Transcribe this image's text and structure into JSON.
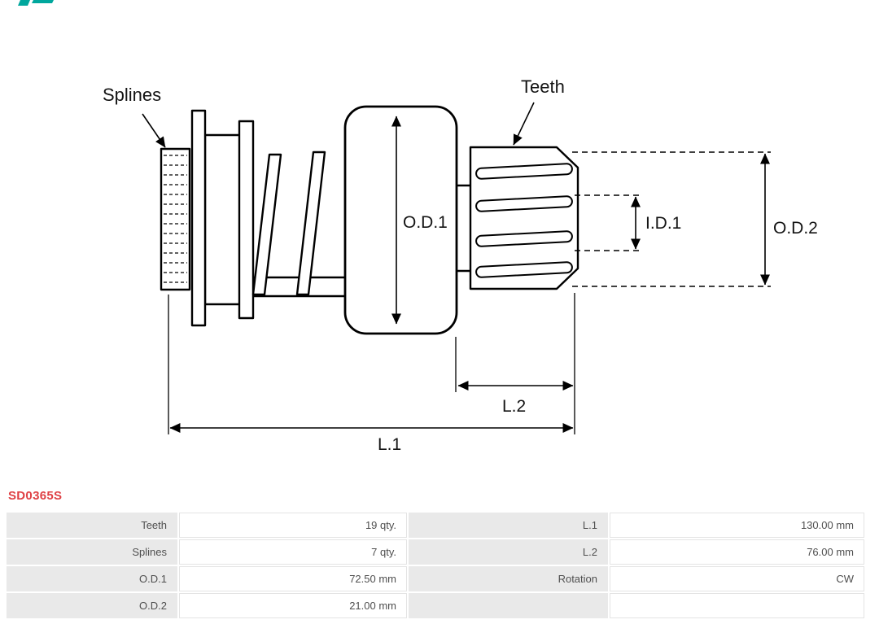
{
  "icons": {
    "logo_fragment": "brand-logo-fragment-teal"
  },
  "diagram": {
    "labels": {
      "splines": "Splines",
      "teeth": "Teeth",
      "od1": "O.D.1",
      "id1": "I.D.1",
      "od2": "O.D.2",
      "l2": "L.2",
      "l1": "L.1"
    }
  },
  "part_number": "SD0365S",
  "table": {
    "rows": [
      {
        "cells": [
          "Teeth",
          "19 qty.",
          "L.1",
          "130.00 mm"
        ]
      },
      {
        "cells": [
          "Splines",
          "7 qty.",
          "L.2",
          "76.00 mm"
        ]
      },
      {
        "cells": [
          "O.D.1",
          "72.50 mm",
          "Rotation",
          "CW"
        ]
      },
      {
        "cells": [
          "O.D.2",
          "21.00 mm",
          "",
          ""
        ]
      }
    ]
  },
  "colors": {
    "accent_red": "#df4044",
    "table_label_bg": "#e9e9e9",
    "table_border": "#e4e4e4",
    "table_text": "#4f4f4f",
    "logo_teal": "#00a79d"
  }
}
